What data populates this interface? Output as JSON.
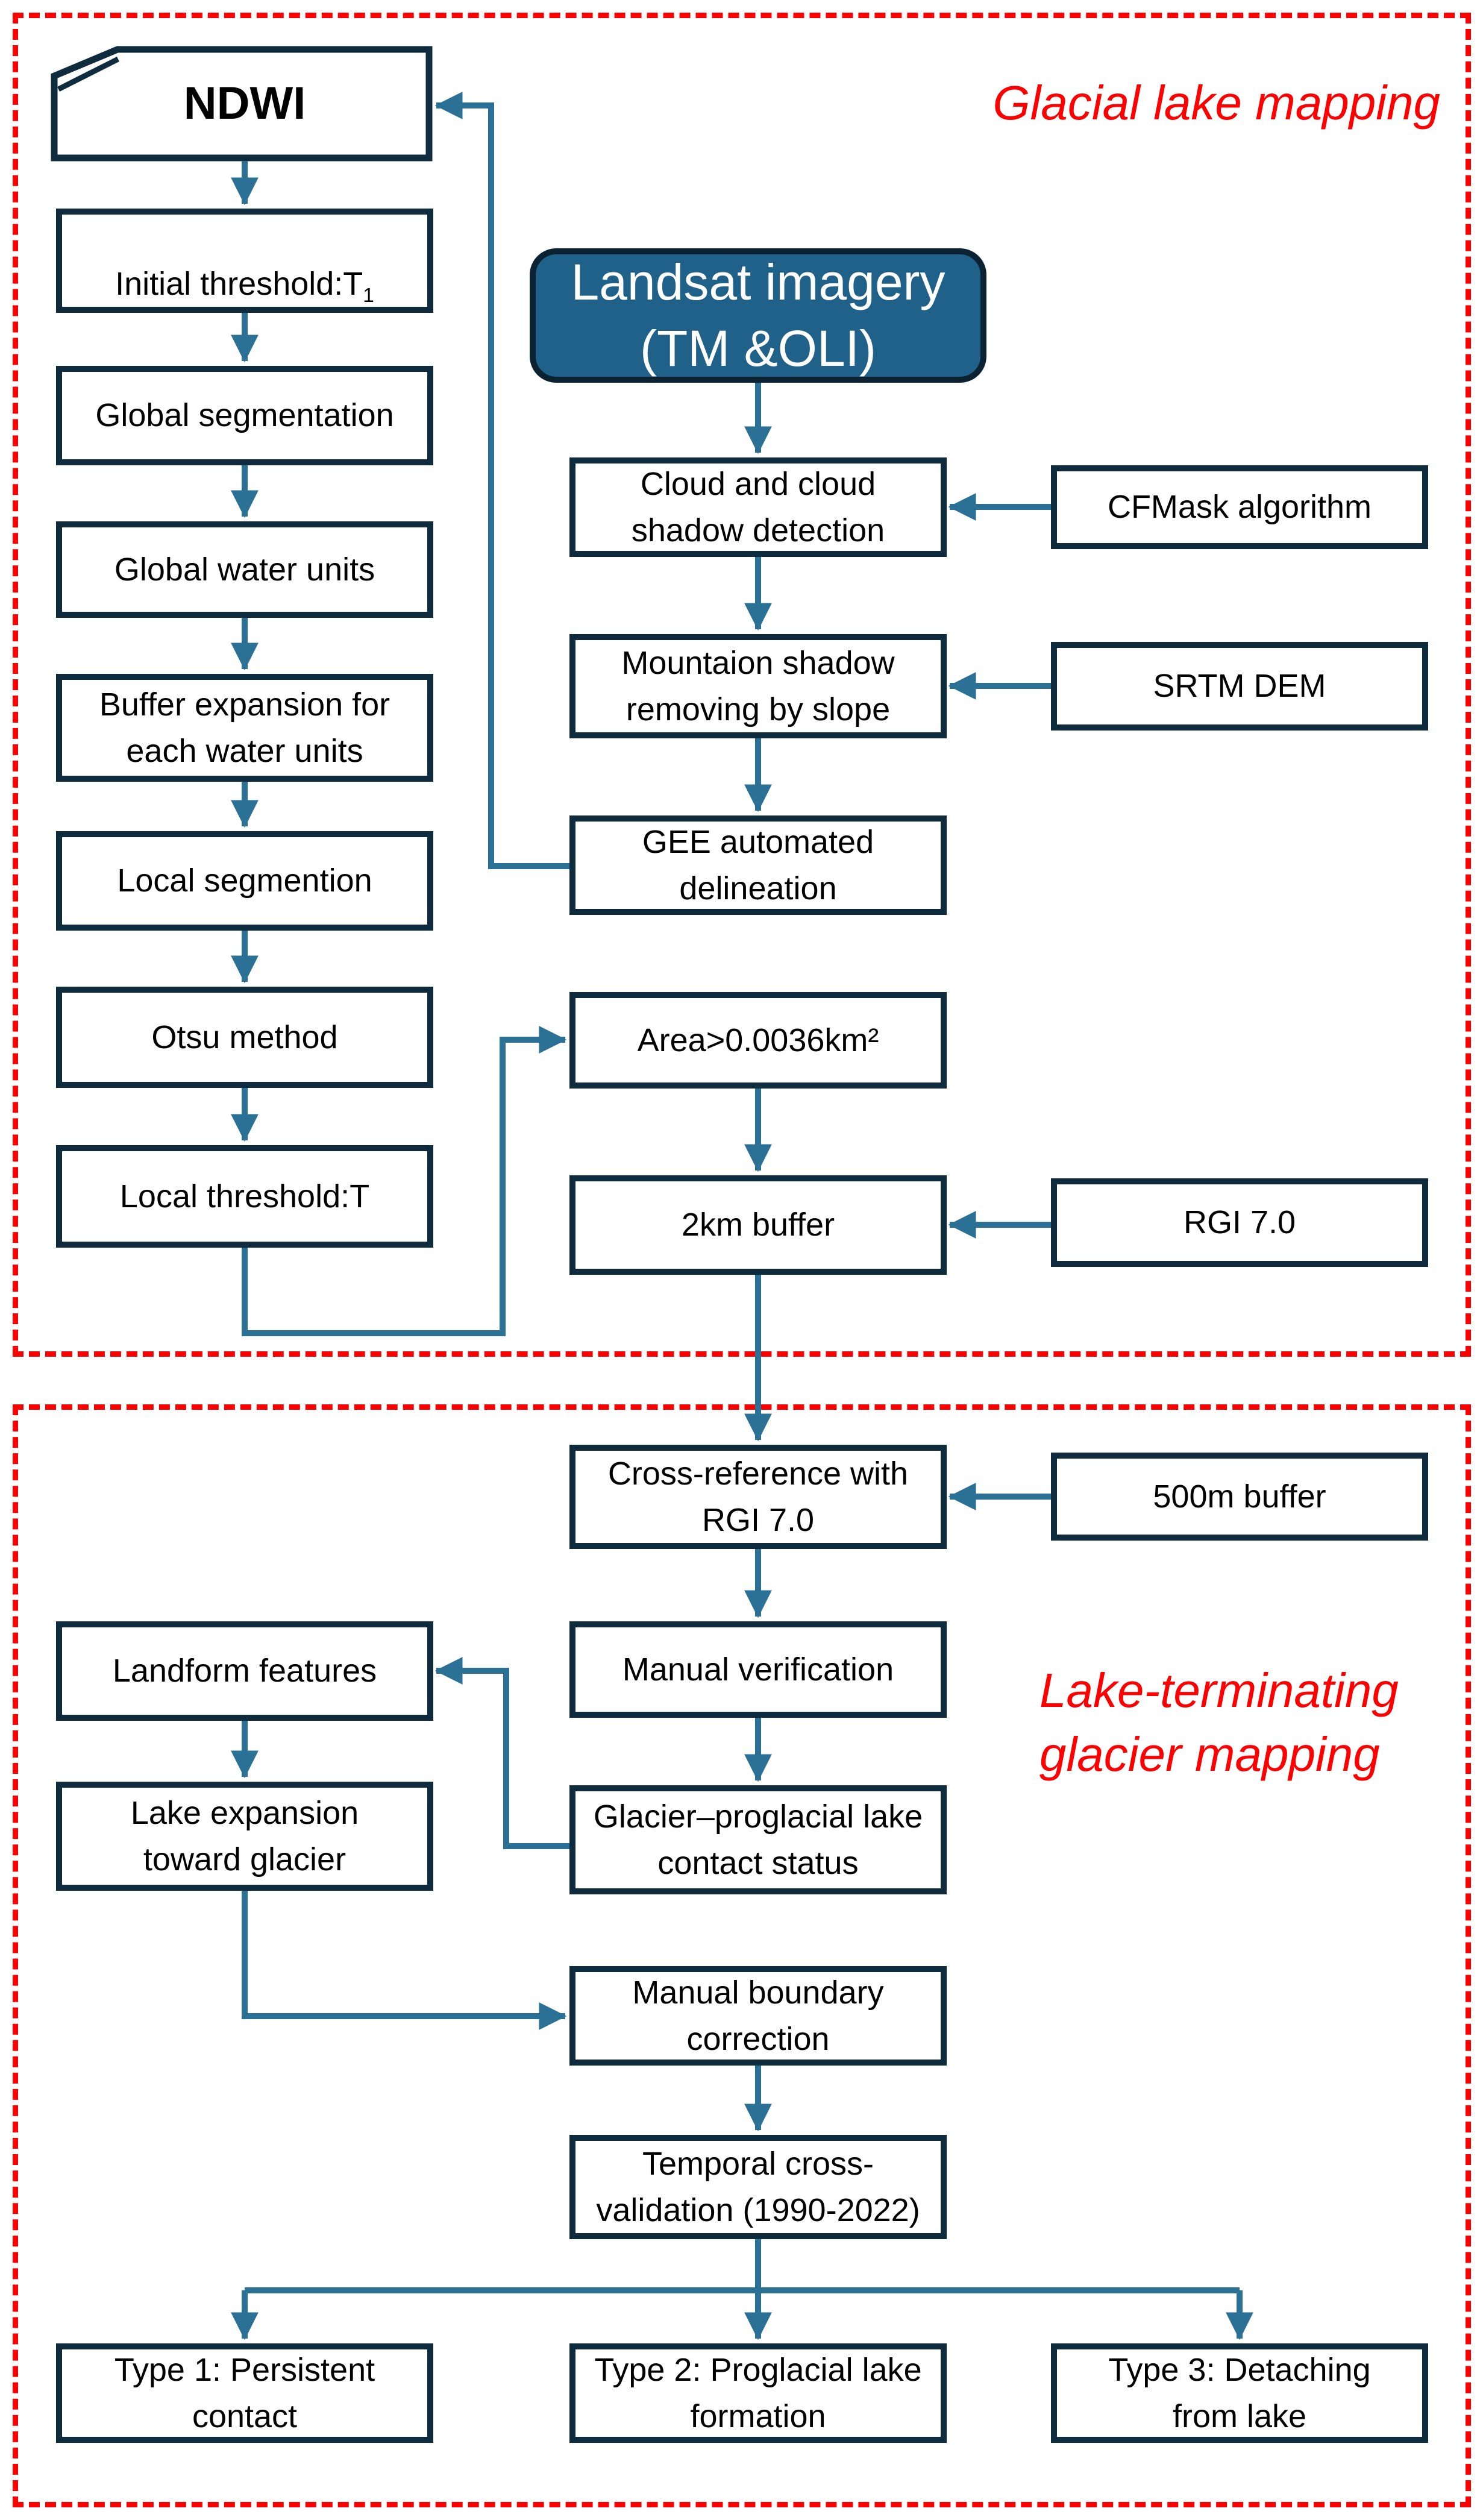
{
  "sections": {
    "glacial": {
      "label": "Glacial lake mapping"
    },
    "lake_terminating": {
      "label": [
        "Lake-terminating",
        "glacier mapping"
      ]
    }
  },
  "nodes": {
    "ndwi": {
      "label": "NDWI"
    },
    "initial_threshold": {
      "label": "Initial threshold:T",
      "subscript": "1"
    },
    "global_segmentation": {
      "label": "Global segmentation"
    },
    "global_water_units": {
      "label": "Global water units"
    },
    "buffer_expansion": {
      "label": [
        "Buffer expansion for",
        "each water units"
      ]
    },
    "local_segmention": {
      "label": "Local segmention"
    },
    "otsu_method": {
      "label": "Otsu method"
    },
    "local_threshold": {
      "label": "Local threshold:T"
    },
    "landsat_imagery": {
      "label": [
        "Landsat imagery",
        "(TM &OLI)"
      ]
    },
    "cloud_detection": {
      "label": [
        "Cloud and cloud",
        "shadow detection"
      ]
    },
    "cfmask": {
      "label": "CFMask algorithm"
    },
    "mountain_shadow": {
      "label": [
        "Mountaion shadow",
        "removing by slope"
      ]
    },
    "srtm_dem": {
      "label": "SRTM DEM"
    },
    "gee_delineation": {
      "label": [
        "GEE automated",
        "delineation"
      ]
    },
    "area_filter": {
      "label": "Area>0.0036km²"
    },
    "buffer_2km": {
      "label": "2km buffer"
    },
    "rgi": {
      "label": "RGI 7.0"
    },
    "cross_reference": {
      "label": [
        "Cross-reference with",
        "RGI 7.0"
      ]
    },
    "buffer_500m": {
      "label": "500m buffer"
    },
    "landform_features": {
      "label": "Landform features"
    },
    "manual_verification": {
      "label": "Manual verification"
    },
    "lake_expansion": {
      "label": [
        "Lake expansion",
        "toward glacier"
      ]
    },
    "glacier_contact": {
      "label": [
        "Glacier–proglacial lake",
        "contact status"
      ]
    },
    "manual_boundary": {
      "label": [
        "Manual boundary",
        "correction"
      ]
    },
    "temporal_validation": {
      "label": [
        "Temporal cross-",
        "validation (1990-2022)"
      ]
    },
    "type1": {
      "label": [
        "Type 1: Persistent",
        "contact"
      ]
    },
    "type2": {
      "label": [
        "Type 2: Proglacial lake",
        "formation"
      ]
    },
    "type3": {
      "label": [
        "Type 3: Detaching",
        "from lake"
      ]
    }
  },
  "colors": {
    "box_border": "#0f2c3f",
    "arrow": "#2a7195",
    "landsat_fill": "#1f6189",
    "section_red": "#ff0000"
  }
}
